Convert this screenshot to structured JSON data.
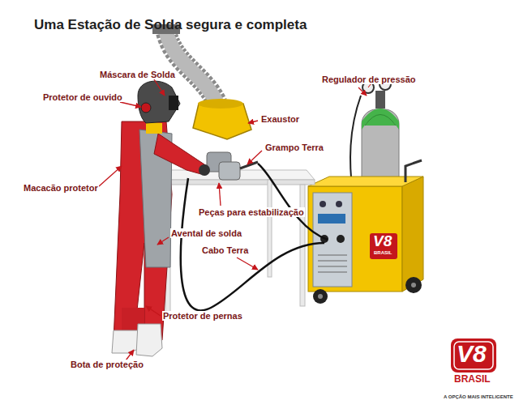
{
  "diagram": {
    "title": "Uma Estação de Solda segura e completa",
    "labels": [
      "Máscara de Solda",
      "Protetor de ouvido",
      "Macacão protetor",
      "Exaustor",
      "Grampo Terra",
      "Regulador de pressão",
      "Peças para estabilização",
      "Avental de solda",
      "Cabo Terra",
      "Protetor de pernas",
      "Bota de proteção",
      "V8",
      "BRASIL",
      "V8",
      "BRASIL",
      "A OPÇÃO MAIS INTELIGENTE"
    ]
  }
}
